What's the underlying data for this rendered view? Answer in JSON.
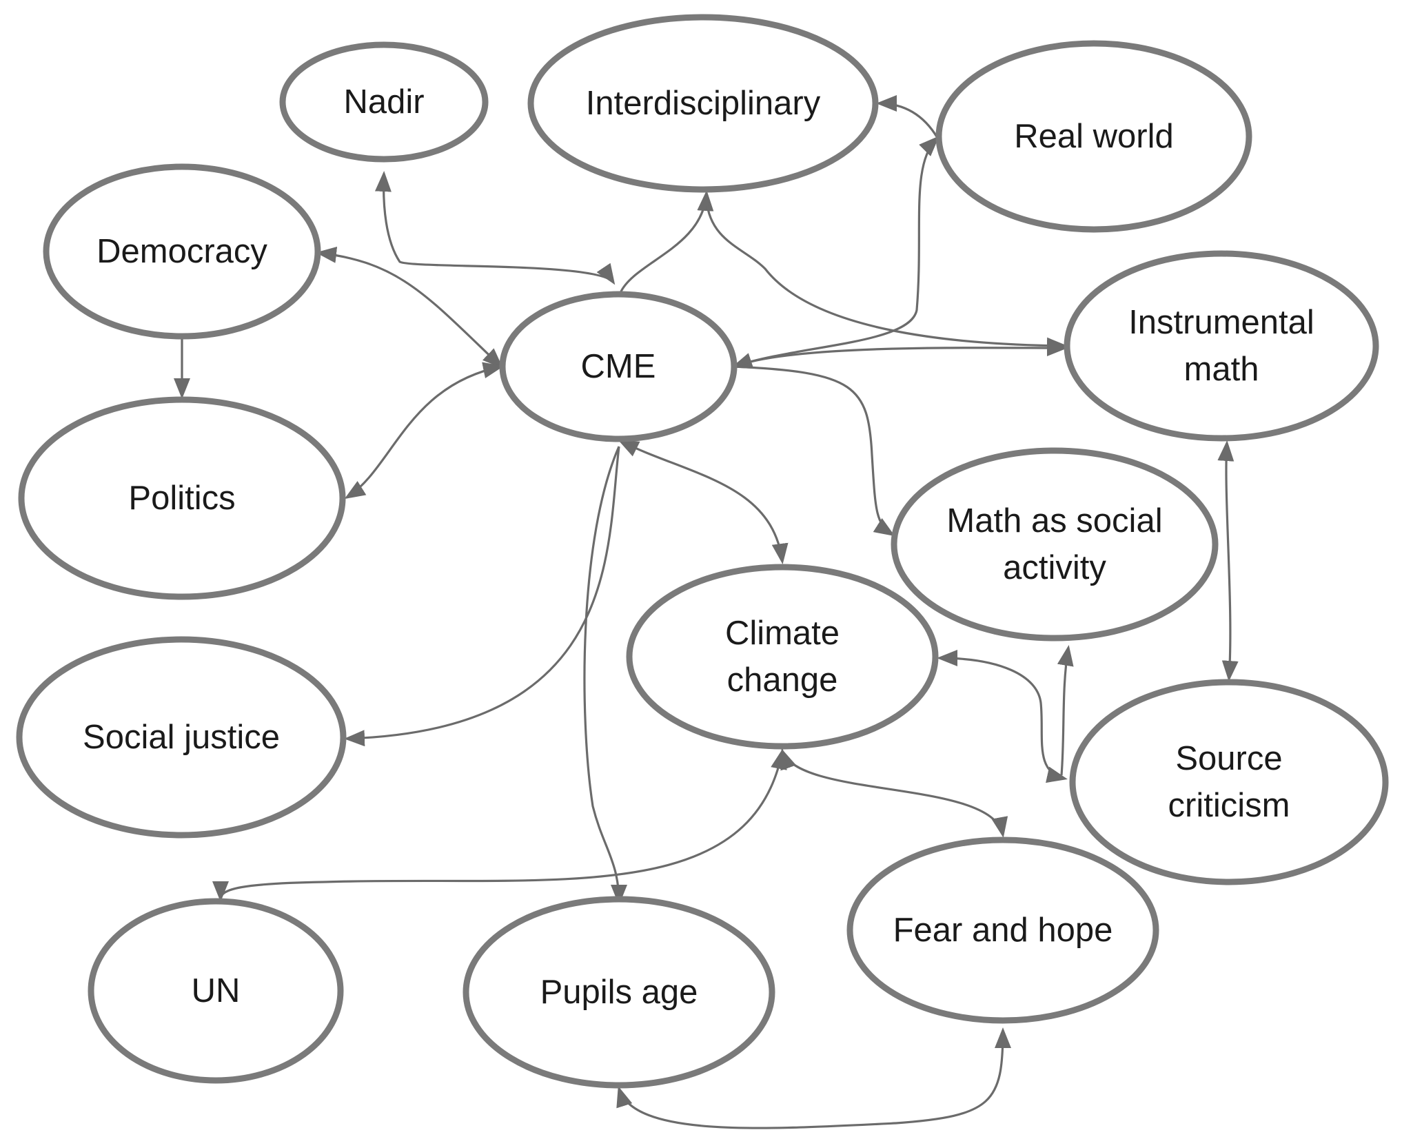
{
  "diagram": {
    "node_color": "#7a7a7a",
    "edge_color": "#6b6b6b",
    "nodes": {
      "nadir": {
        "lines": [
          "Nadir"
        ]
      },
      "interdisciplinary": {
        "lines": [
          "Interdisciplinary"
        ]
      },
      "real_world": {
        "lines": [
          "Real world"
        ]
      },
      "democracy": {
        "lines": [
          "Democracy"
        ]
      },
      "cme": {
        "lines": [
          "CME"
        ]
      },
      "instrumental_math": {
        "lines": [
          "Instrumental",
          "math"
        ]
      },
      "politics": {
        "lines": [
          "Politics"
        ]
      },
      "math_social": {
        "lines": [
          "Math as social",
          "activity"
        ]
      },
      "climate_change": {
        "lines": [
          "Climate",
          "change"
        ]
      },
      "social_justice": {
        "lines": [
          "Social justice"
        ]
      },
      "source_criticism": {
        "lines": [
          "Source",
          "criticism"
        ]
      },
      "fear_hope": {
        "lines": [
          "Fear and hope"
        ]
      },
      "un": {
        "lines": [
          "UN"
        ]
      },
      "pupils_age": {
        "lines": [
          "Pupils age"
        ]
      }
    },
    "edges": [
      {
        "from": "cme",
        "to": "nadir",
        "direction": "both"
      },
      {
        "from": "cme",
        "to": "interdisciplinary",
        "direction": "both"
      },
      {
        "from": "cme",
        "to": "real_world",
        "direction": "both"
      },
      {
        "from": "real_world",
        "to": "interdisciplinary",
        "direction": "forward"
      },
      {
        "from": "interdisciplinary",
        "to": "instrumental_math",
        "direction": "both"
      },
      {
        "from": "cme",
        "to": "instrumental_math",
        "direction": "forward"
      },
      {
        "from": "democracy",
        "to": "cme",
        "direction": "both"
      },
      {
        "from": "democracy",
        "to": "politics",
        "direction": "forward"
      },
      {
        "from": "cme",
        "to": "politics",
        "direction": "both"
      },
      {
        "from": "cme",
        "to": "math_social",
        "direction": "both"
      },
      {
        "from": "cme",
        "to": "climate_change",
        "direction": "both"
      },
      {
        "from": "cme",
        "to": "social_justice",
        "direction": "forward"
      },
      {
        "from": "cme",
        "to": "pupils_age",
        "direction": "forward"
      },
      {
        "from": "instrumental_math",
        "to": "source_criticism",
        "direction": "both"
      },
      {
        "from": "source_criticism",
        "to": "climate_change",
        "direction": "both"
      },
      {
        "from": "source_criticism",
        "to": "math_social",
        "direction": "forward"
      },
      {
        "from": "climate_change",
        "to": "fear_hope",
        "direction": "both"
      },
      {
        "from": "climate_change",
        "to": "un",
        "direction": "both"
      },
      {
        "from": "pupils_age",
        "to": "fear_hope",
        "direction": "both"
      }
    ]
  }
}
